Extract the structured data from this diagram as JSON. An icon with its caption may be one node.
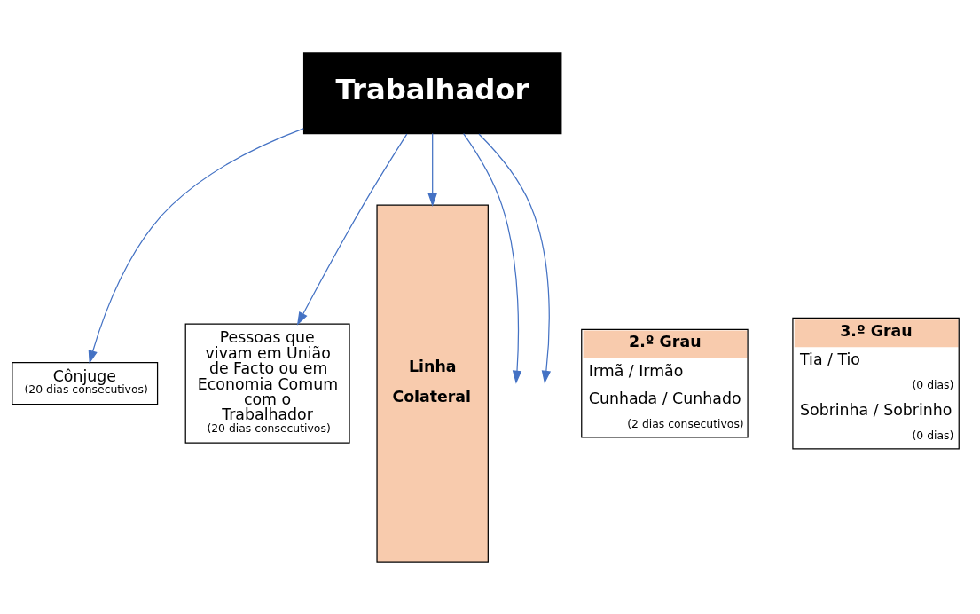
{
  "diagram": {
    "nodes": [
      {
        "text": [
          "Cônjuge",
          "(20 dias consecutivos)"
        ]
      },
      {
        "text": [
          "Trabalhador"
        ]
      },
      {
        "text": [
          "Pessoas que vivam em União de Facto ou em Economia Comum com o Trabalhador",
          "(20 dias consecutivos)"
        ]
      },
      {
        "text": [
          "Linha Colateral"
        ]
      },
      {
        "text": [
          "2.º Grau",
          "Irmã / Irmão",
          "Cunhada / Cunhado",
          "(2 dias consecutivos)"
        ]
      },
      {
        "text": [
          "3.º Grau",
          "Tia / Tio",
          "(0 dias)",
          "Sobrinha / Sobrinho",
          "(0 dias)"
        ]
      }
    ],
    "edges": [
      {
        "from": 1,
        "to": 0,
        "arrow": "to"
      },
      {
        "from": 1,
        "to": 2,
        "arrow": "to"
      },
      {
        "from": 1,
        "to": null,
        "arrow": "to"
      },
      {
        "from": 1,
        "to": null,
        "arrow": "to"
      },
      {
        "from": 1,
        "to": 3,
        "arrow": "to"
      }
    ]
  }
}
